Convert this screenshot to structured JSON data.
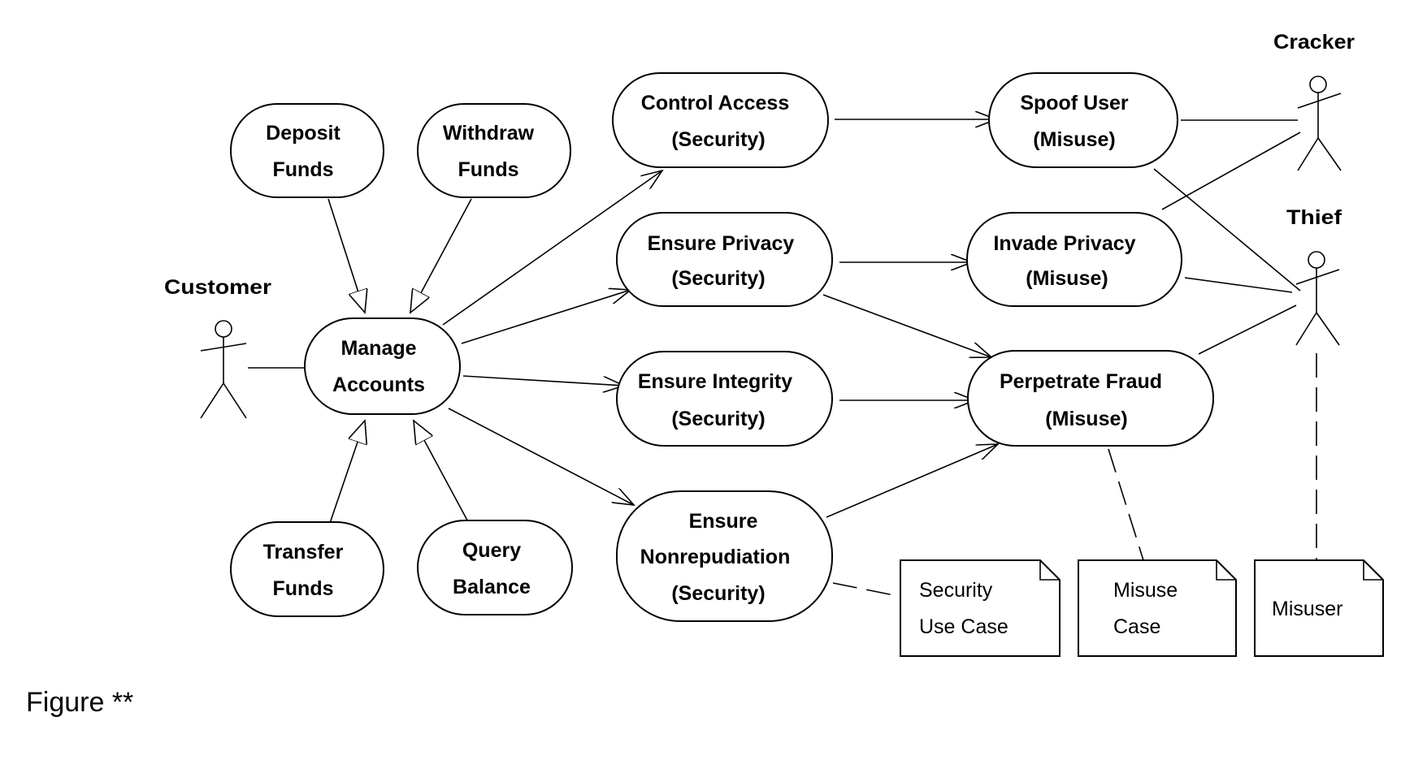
{
  "actors": {
    "customer": "Customer",
    "cracker": "Cracker",
    "thief": "Thief"
  },
  "use_cases": {
    "deposit_funds": [
      "Deposit",
      "Funds"
    ],
    "withdraw_funds": [
      "Withdraw",
      "Funds"
    ],
    "manage_accounts": [
      "Manage",
      "Accounts"
    ],
    "transfer_funds": [
      "Transfer",
      "Funds"
    ],
    "query_balance": [
      "Query",
      "Balance"
    ],
    "control_access": [
      "Control Access",
      "(Security)"
    ],
    "ensure_privacy": [
      "Ensure Privacy",
      "(Security)"
    ],
    "ensure_integrity": [
      "Ensure Integrity",
      "(Security)"
    ],
    "ensure_nonrepudiation": [
      "Ensure",
      "Nonrepudiation",
      "(Security)"
    ],
    "spoof_user": [
      "Spoof User",
      "(Misuse)"
    ],
    "invade_privacy": [
      "Invade Privacy",
      "(Misuse)"
    ],
    "perpetrate_fraud": [
      "Perpetrate Fraud",
      "(Misuse)"
    ]
  },
  "notes": {
    "security_use_case": [
      "Security",
      "Use Case"
    ],
    "misuse_case": [
      "Misuse",
      "Case"
    ],
    "misuser": [
      "Misuser"
    ]
  },
  "caption": "Figure **"
}
